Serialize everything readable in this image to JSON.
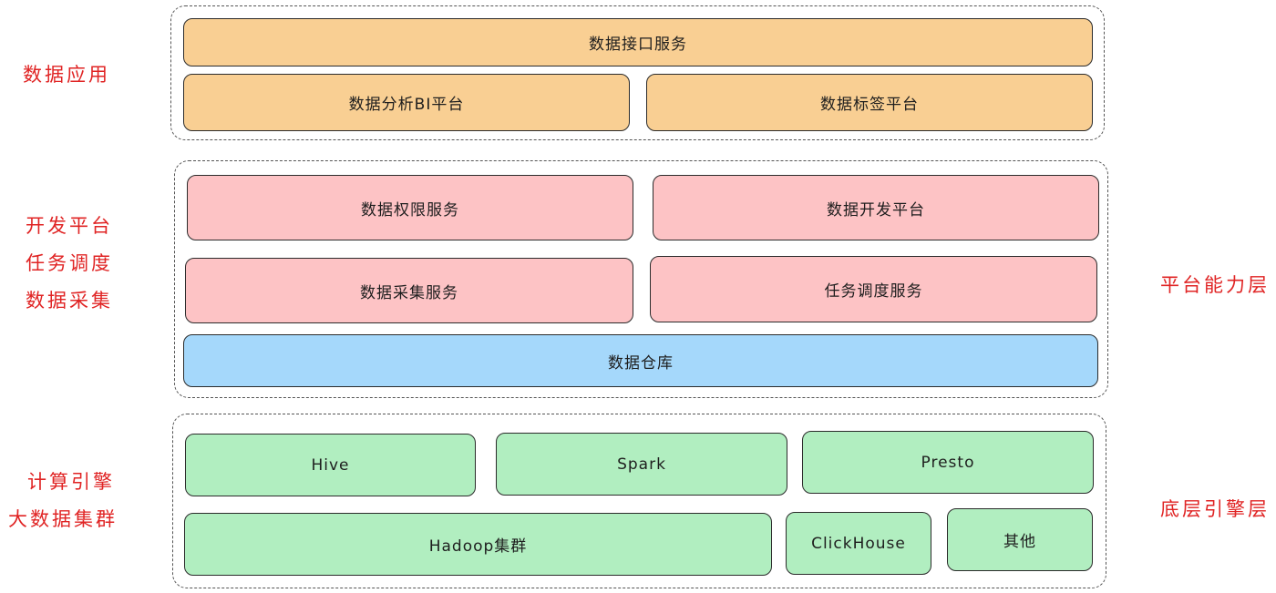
{
  "left_labels": {
    "data_app": "数据应用",
    "dev_platform": "开发平台",
    "task_schedule": "任务调度",
    "data_collect": "数据采集",
    "compute_engine": "计算引擎",
    "bigdata_cluster": "大数据集群"
  },
  "right_labels": {
    "platform_layer": "平台能力层",
    "engine_layer": "底层引擎层"
  },
  "application_layer": {
    "data_api_service": "数据接口服务",
    "bi_platform": "数据分析BI平台",
    "tag_platform": "数据标签平台"
  },
  "platform_layer": {
    "permission_service": "数据权限服务",
    "dev_platform": "数据开发平台",
    "collect_service": "数据采集服务",
    "schedule_service": "任务调度服务",
    "warehouse": "数据仓库"
  },
  "engine_layer": {
    "hive": "Hive",
    "spark": "Spark",
    "presto": "Presto",
    "hadoop": "Hadoop集群",
    "clickhouse": "ClickHouse",
    "other": "其他"
  },
  "colors": {
    "application": "#f9cf93",
    "platform": "#fdc3c5",
    "warehouse": "#a5d8fb",
    "engine": "#b1eec0",
    "label": "#e02424"
  }
}
